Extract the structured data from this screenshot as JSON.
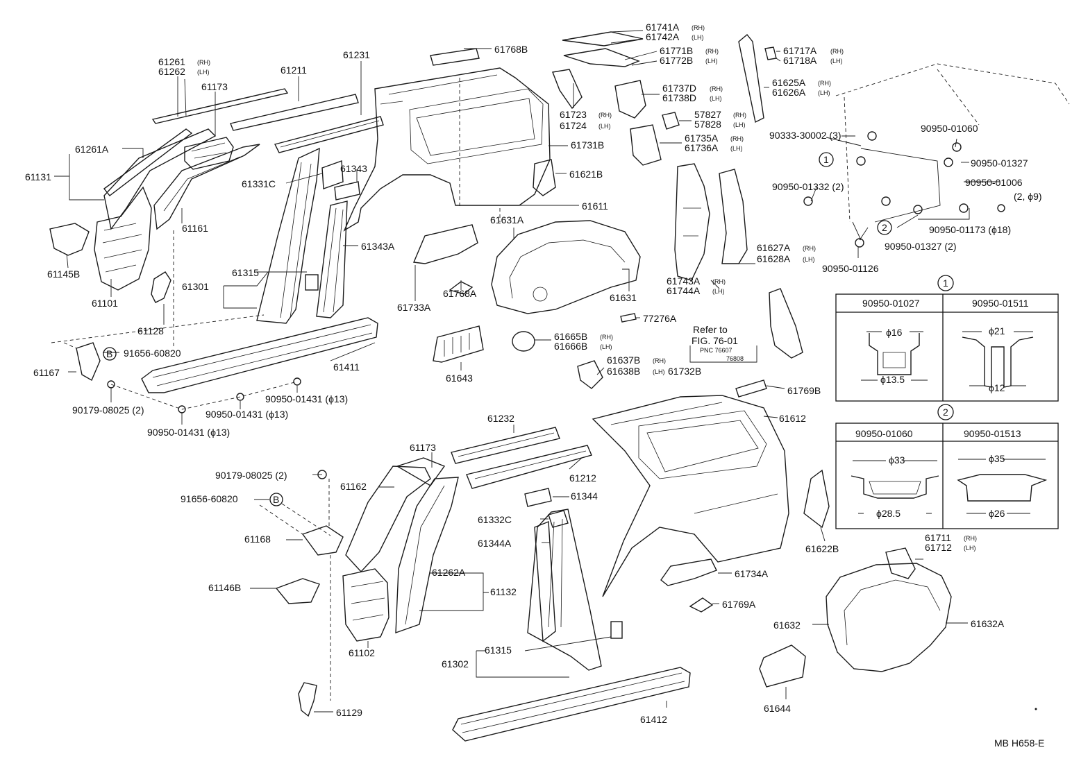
{
  "diagram_id": "MB H658-E",
  "refer": {
    "line1": "Refer to",
    "line2": "FIG. 76-01",
    "line3": "PNC 76607",
    "line4": "76808"
  },
  "markers": {
    "b": "B",
    "one": "1",
    "two": "2"
  },
  "labels": {
    "p61261rh": "61261",
    "p61262lh": "61262",
    "p61211": "61211",
    "p61231": "61231",
    "p61768b": "61768B",
    "p61741a": "61741A",
    "p61742a": "61742A",
    "p61771b": "61771B",
    "p61772b": "61772B",
    "p61717a": "61717A",
    "p61718a": "61718A",
    "p61625a": "61625A",
    "p61626a": "61626A",
    "p61737d": "61737D",
    "p61738d": "61738D",
    "p57827": "57827",
    "p57828": "57828",
    "p61735a": "61735A",
    "p61736a": "61736A",
    "p61723": "61723",
    "p61724": "61724",
    "p61731b": "61731B",
    "p61621b": "61621B",
    "p61611": "61611",
    "p61173a": "61173",
    "p61261a": "61261A",
    "p61131": "61131",
    "p61343": "61343",
    "p61331c": "61331C",
    "p61161": "61161",
    "p61145b": "61145B",
    "p61101": "61101",
    "p61315a": "61315",
    "p61301": "61301",
    "p61343a": "61343A",
    "p61128": "61128",
    "p61631a": "61631A",
    "p61733a": "61733A",
    "p61768a": "61768A",
    "p61631": "61631",
    "p77276a": "77276A",
    "p61665b": "61665B",
    "p61666b": "61666B",
    "p61643": "61643",
    "p61411": "61411",
    "p61167": "61167",
    "p91656a": "91656-60820",
    "p90179a": "90179-08025 (2)",
    "p90950_1431a": "90950-01431 (ϕ13)",
    "p90950_1431b": "90950-01431 (ϕ13)",
    "p90950_1431c": "90950-01431 (ϕ13)",
    "p61743a": "61743A",
    "p61744a": "61744A",
    "p61627a": "61627A",
    "p61628a": "61628A",
    "p90333": "90333-30002 (3)",
    "p90950_1060": "90950-01060",
    "p90950_1327a": "90950-01327",
    "p90950_1332": "90950-01332 (2)",
    "p90950_1006": "90950-01006",
    "p2phi9": "(2, ϕ9)",
    "p90950_1173": "90950-01173 (ϕ18)",
    "p90950_1327b": "90950-01327 (2)",
    "p90950_1126": "90950-01126",
    "p61637b": "61637B",
    "p61638b": "61638B",
    "p61732b": "61732B",
    "p61769b": "61769B",
    "p61612": "61612",
    "p61232": "61232",
    "p61173b": "61173",
    "p61212": "61212",
    "p90179b": "90179-08025 (2)",
    "p61162": "61162",
    "p91656b": "91656-60820",
    "p61344": "61344",
    "p61332c": "61332C",
    "p61344a": "61344A",
    "p61168": "61168",
    "p61262a": "61262A",
    "p61132": "61132",
    "p61146b": "61146B",
    "p61102": "61102",
    "p61315b": "61315",
    "p61302": "61302",
    "p61129": "61129",
    "p61412": "61412",
    "p61734a": "61734A",
    "p61769a": "61769A",
    "p61622b": "61622B",
    "p61711": "61711",
    "p61712": "61712",
    "p61632": "61632",
    "p61632a": "61632A",
    "p61644": "61644"
  },
  "suffix": {
    "rh": "(RH)",
    "lh": "(LH)"
  },
  "table1": {
    "col1": "90950-01027",
    "col2": "90950-01511",
    "c1_top": "ϕ16",
    "c1_bot": "ϕ13.5",
    "c2_top": "ϕ21",
    "c2_bot": "ϕ12"
  },
  "table2": {
    "col1": "90950-01060",
    "col2": "90950-01513",
    "c1_top": "ϕ33",
    "c1_bot": "ϕ28.5",
    "c2_top": "ϕ35",
    "c2_bot": "ϕ26"
  }
}
